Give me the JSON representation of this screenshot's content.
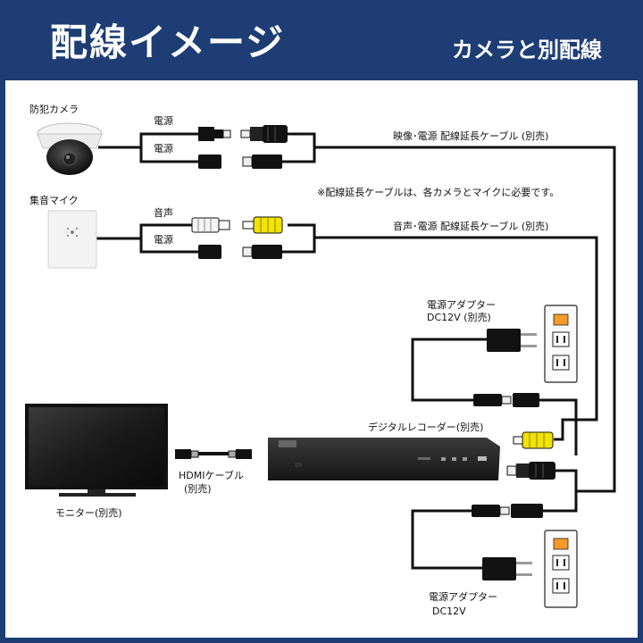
{
  "header": {
    "title": "配線イメージ",
    "subtitle": "カメラと別配線"
  },
  "devices": {
    "camera": "防犯カメラ",
    "mic": "集音マイク",
    "monitor": "モニター(別売)",
    "recorder": "デジタルレコーダー(別売)"
  },
  "cables": {
    "camera_power1": "電源",
    "camera_power2": "電源",
    "mic_audio": "音声",
    "mic_power": "電源",
    "video_ext": "映像･電源 配線延長ケーブル (別売)",
    "audio_ext": "音声･電源 配線延長ケーブル (別売)",
    "note": "※配線延長ケーブルは、各カメラとマイクに必要です。",
    "hdmi_line1": "HDMIケーブル",
    "hdmi_line2": "(別売)"
  },
  "adapters": {
    "top_line1": "電源アダプター",
    "top_line2": "DC12V (別売)",
    "bottom_line1": "電源アダプター",
    "bottom_line2": "DC12V"
  },
  "colors": {
    "header_bg": "#1d3d74",
    "rca_yellow": "#f2e300",
    "outlet_orange": "#f39a2b",
    "cable": "#111111"
  }
}
